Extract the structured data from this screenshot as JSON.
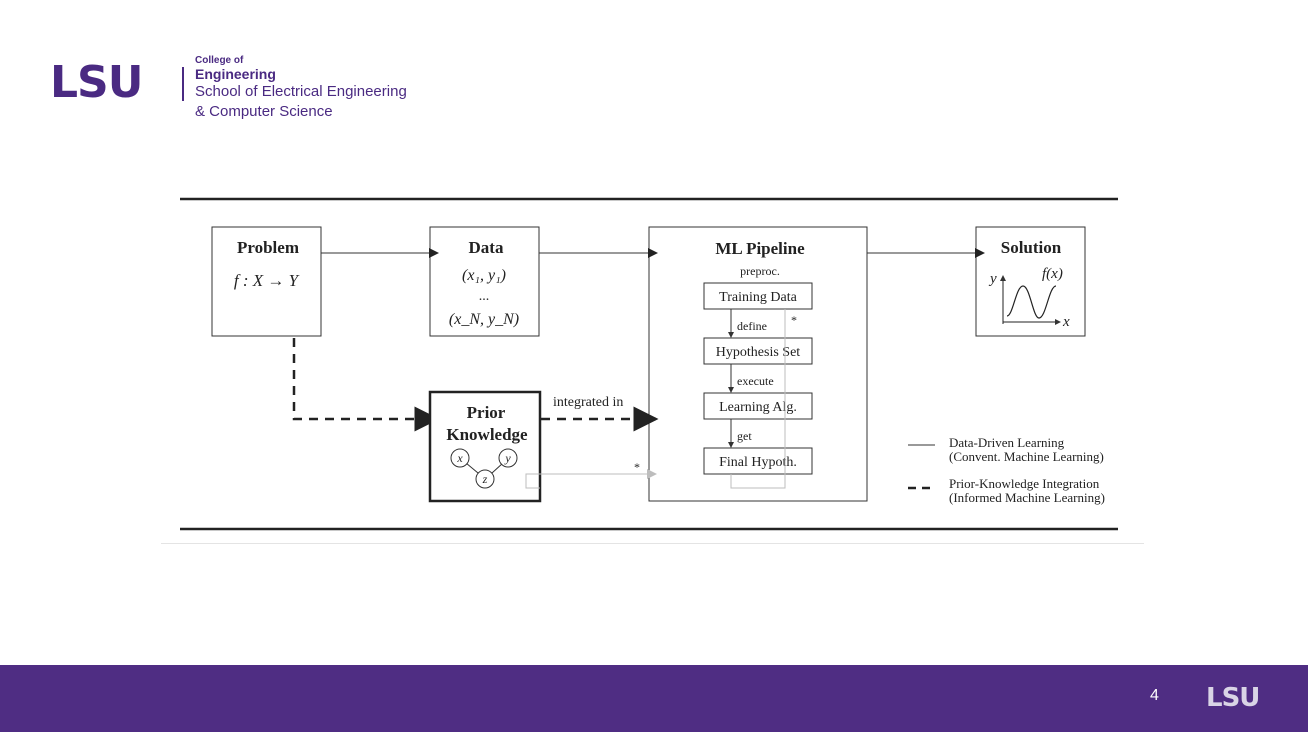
{
  "header": {
    "logo_text": "LSU",
    "college_label": "College of",
    "college_name": "Engineering",
    "school_line1": "School of Electrical Engineering",
    "school_line2": "& Computer Science"
  },
  "diagram": {
    "problem": {
      "title": "Problem",
      "formula": "f : X → Y"
    },
    "data": {
      "title": "Data",
      "line1": "(x₁, y₁)",
      "line2": "...",
      "line3": "(x_N, y_N)"
    },
    "ml_pipeline": {
      "title": "ML Pipeline",
      "preproc": "preproc.",
      "training_data": "Training Data",
      "define": "define",
      "hypothesis_set": "Hypothesis Set",
      "execute": "execute",
      "learning_alg": "Learning Alg.",
      "get": "get",
      "final_hypoth": "Final Hypoth.",
      "star": "*"
    },
    "solution": {
      "title": "Solution",
      "y_label": "y",
      "fx_label": "f(x)",
      "x_label": "x"
    },
    "prior_knowledge": {
      "line1": "Prior",
      "line2": "Knowledge",
      "node_x": "x",
      "node_y": "y",
      "node_z": "z"
    },
    "integrated_in": "integrated in",
    "star_arrow": "*",
    "legend": {
      "solid_line1": "Data-Driven Learning",
      "solid_line2": "(Convent. Machine Learning)",
      "dashed_line1": "Prior-Knowledge Integration",
      "dashed_line2": "(Informed Machine Learning)"
    }
  },
  "footer": {
    "page_number": "4",
    "logo_text": "LSU"
  }
}
